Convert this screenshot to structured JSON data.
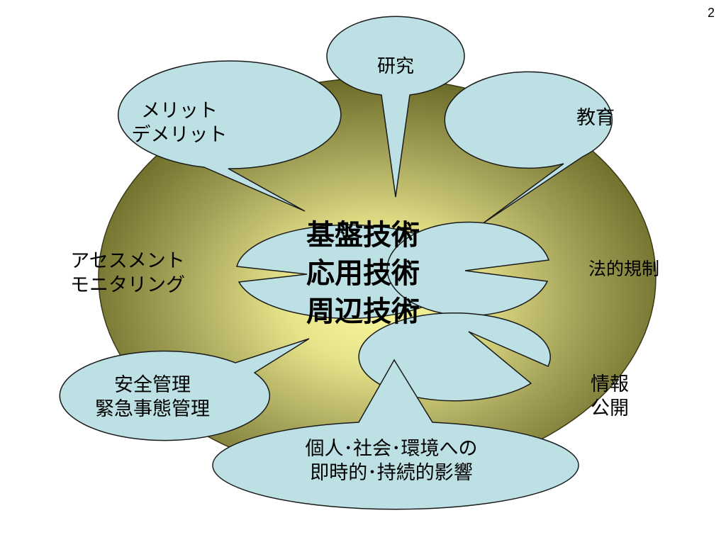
{
  "page_number": "2",
  "colors": {
    "background": "#ffffff",
    "oval_center": "#fbfba0",
    "oval_edge": "#6b6b28",
    "bubble_fill": "#bce0e4",
    "bubble_stroke": "#1a1a1a"
  },
  "center": {
    "lines": [
      "基盤技術",
      "応用技術",
      "周辺技術"
    ]
  },
  "bubbles": {
    "research": {
      "lines": [
        "研究"
      ]
    },
    "merit": {
      "lines": [
        "メリット",
        "デメリット"
      ]
    },
    "education": {
      "lines": [
        "教育"
      ]
    },
    "assessment": {
      "lines": [
        "アセスメント",
        "モニタリング"
      ]
    },
    "regulation": {
      "lines": [
        "法的規制"
      ]
    },
    "safety": {
      "lines": [
        "安全管理",
        "緊急事態管理"
      ]
    },
    "info": {
      "lines": [
        "情報",
        "公開"
      ]
    },
    "impact": {
      "lines": [
        "個人･社会･環境への",
        "即時的･持続的影響"
      ]
    }
  }
}
